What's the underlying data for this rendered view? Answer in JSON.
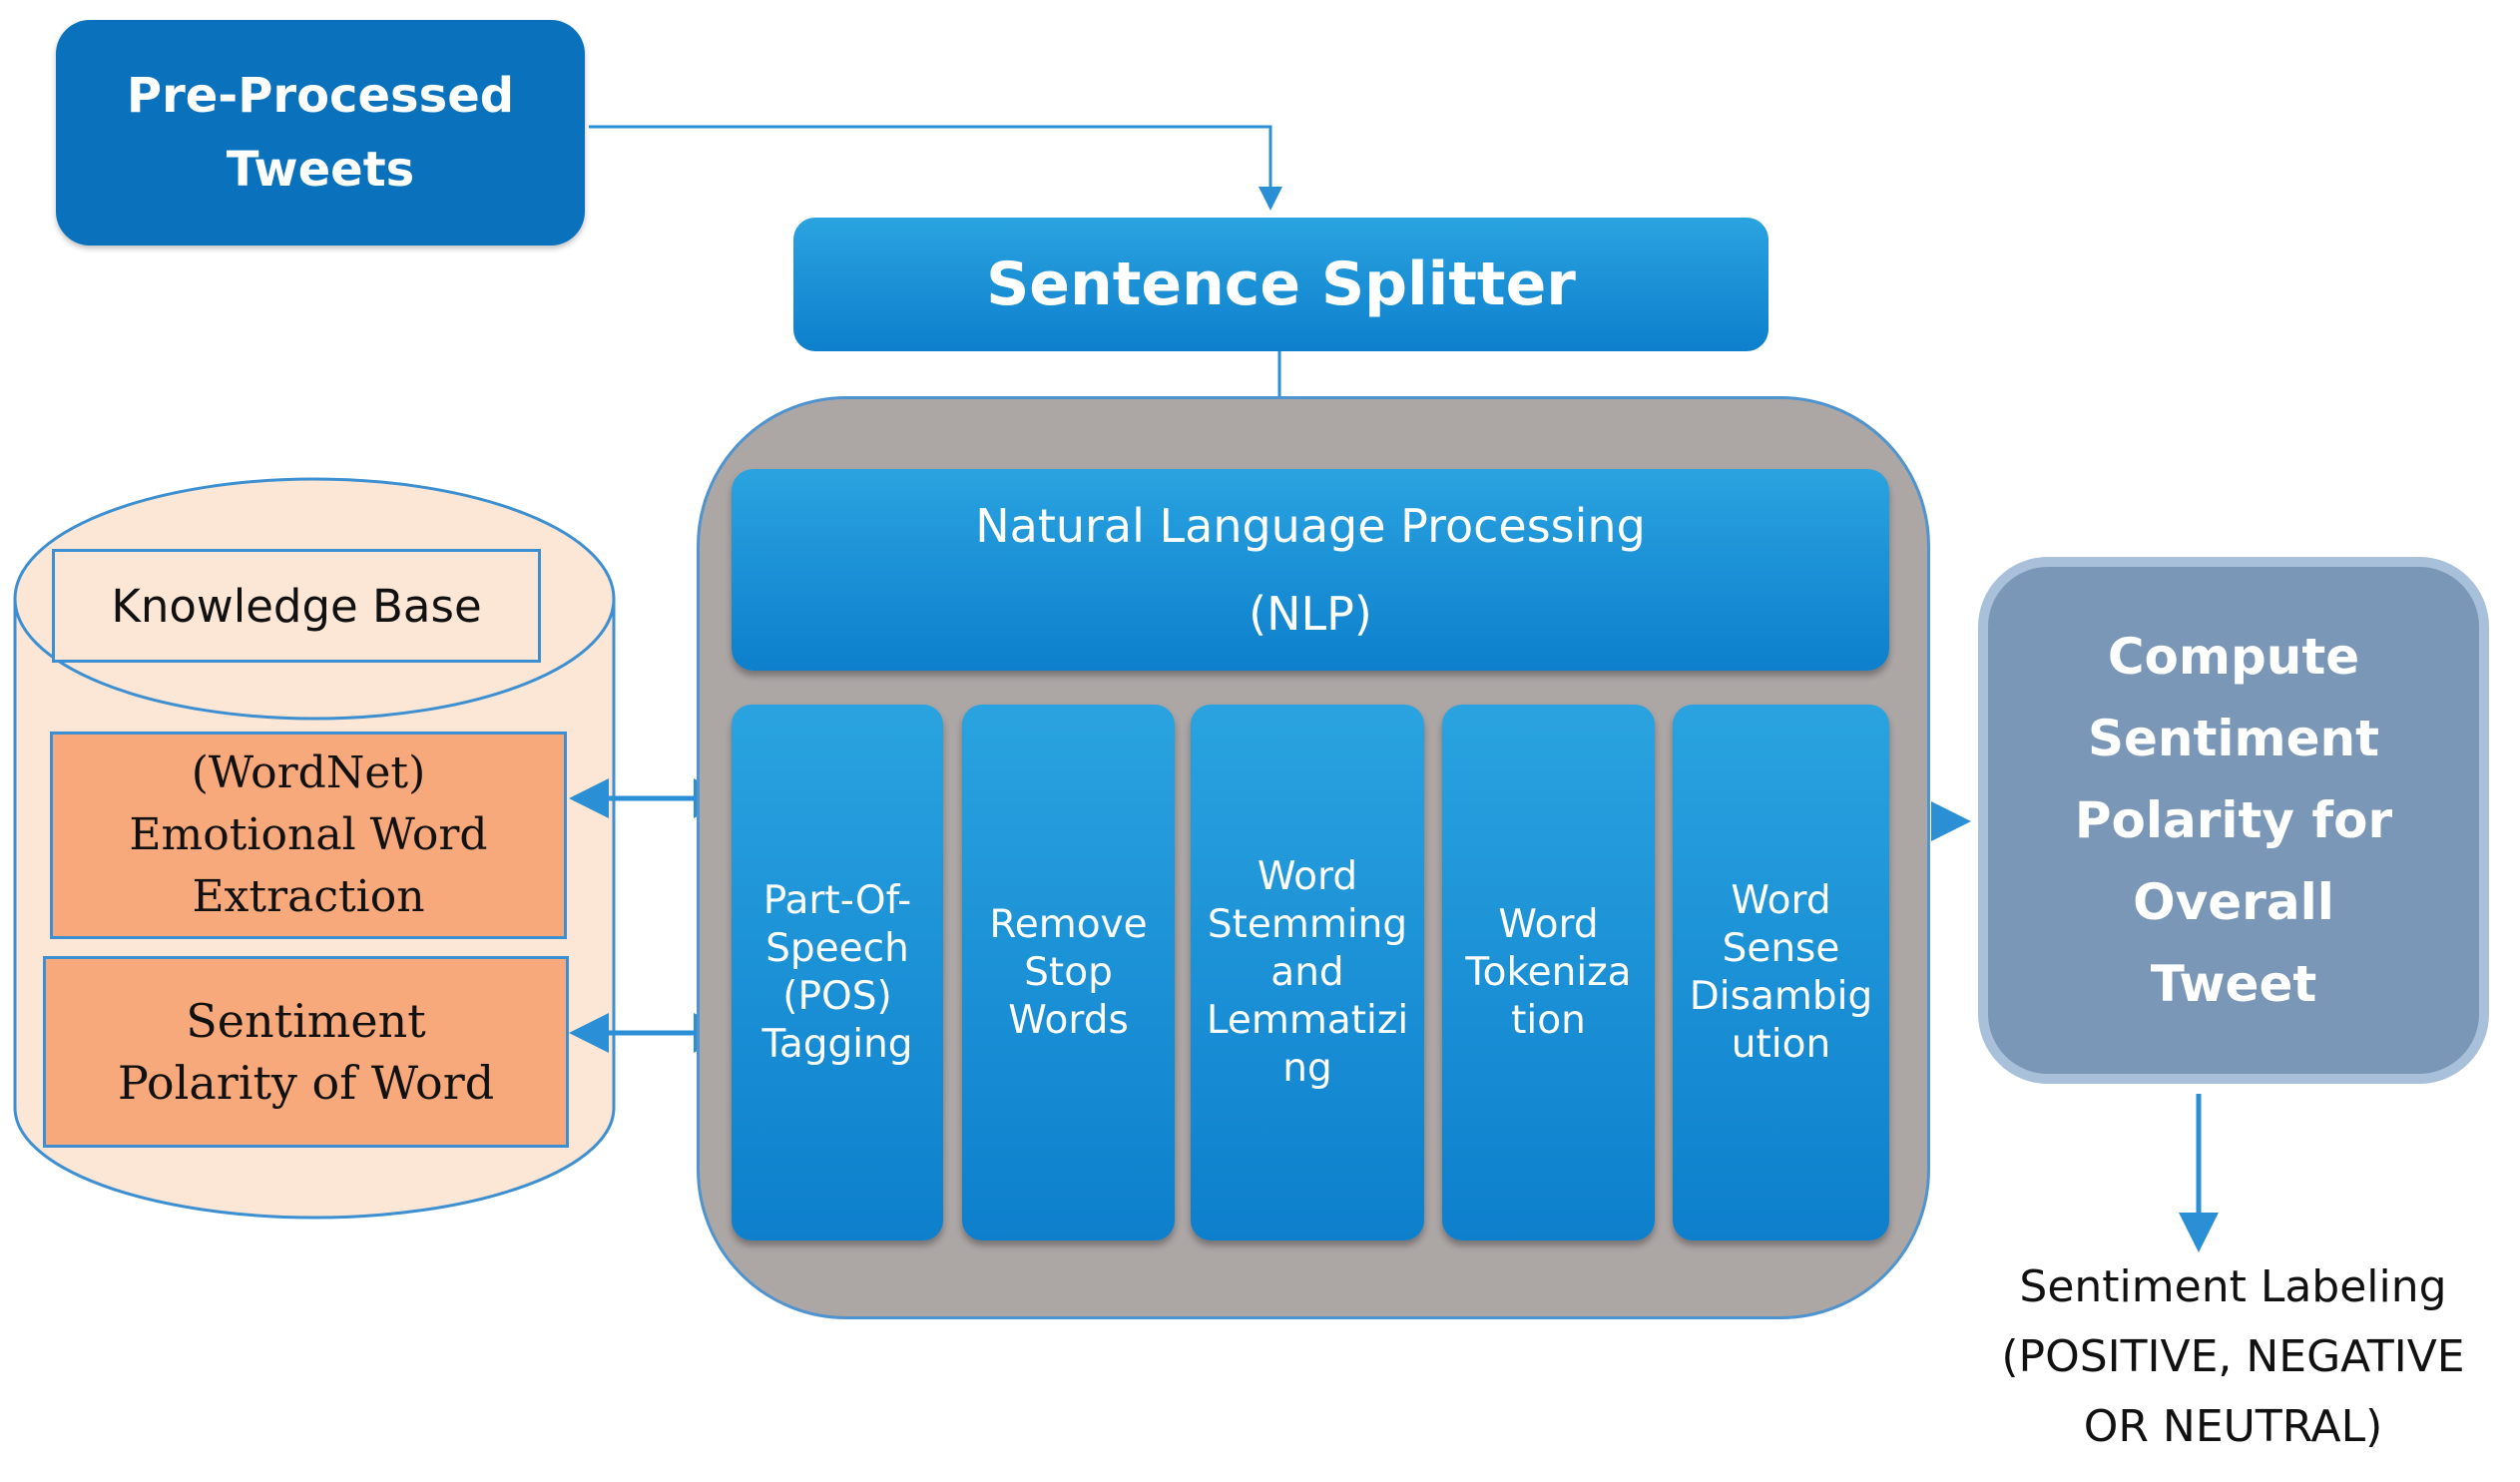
{
  "pre_processed": "Pre-Processed\nTweets",
  "sentence_splitter": "Sentence Splitter",
  "nlp": {
    "header": "Natural Language Processing\n(NLP)",
    "steps": [
      "Part-Of-\nSpeech\n(POS)\nTagging",
      "Remove\nStop\nWords",
      "Word\nStemming\nand\nLemmatizi\nng",
      "Word\nTokeniza\ntion",
      "Word\nSense\nDisambig\nution"
    ]
  },
  "knowledge_base": {
    "title": "Knowledge Base",
    "emotional": "(WordNet)\nEmotional Word\nExtraction",
    "polarity": "Sentiment\nPolarity of Word"
  },
  "compute": "Compute\nSentiment\nPolarity for\nOverall\nTweet",
  "labeling": "Sentiment Labeling\n(POSITIVE, NEGATIVE\nOR NEUTRAL)",
  "colors": {
    "box_blue": "#0d7fcc",
    "dark_blue": "#0a72bd",
    "container_gray": "#aca6a5",
    "knowledge_base_fill": "#fce6d6",
    "orange": "#f8a97b",
    "compute_fill": "#7a97b7",
    "arrow": "#2b8fd6"
  }
}
